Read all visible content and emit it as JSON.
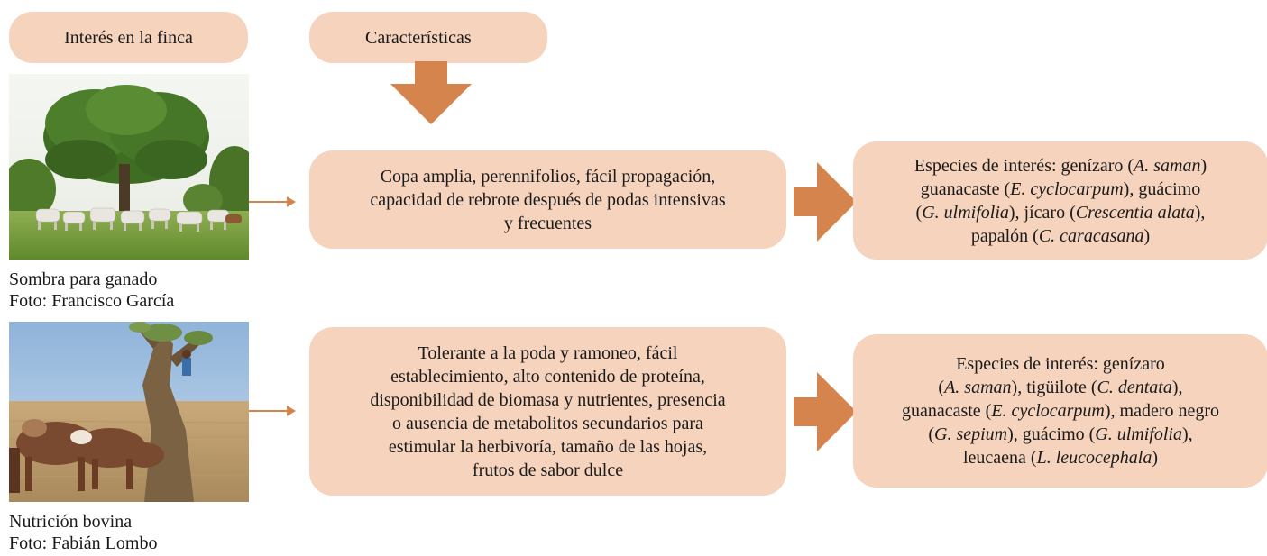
{
  "headers": {
    "interest": "Interés en la finca",
    "characteristics": "Características"
  },
  "rows": [
    {
      "photo_icon": "shade-cattle-photo",
      "caption_title": "Sombra para ganado",
      "caption_credit": "Foto: Francisco García",
      "characteristics_lines": [
        "Copa amplia, perennifolios, fácil propagación,",
        "capacidad de rebrote después de podas intensivas",
        "y frecuentes"
      ],
      "species": {
        "l1_prefix": "Especies de interés: genízaro (",
        "l1_sci": "A. saman",
        "l1_suffix": ")",
        "l2_prefix": "guanacaste (",
        "l2_sci": "E. cyclocarpum",
        "l2_suffix": "), guácimo",
        "l3_prefix": "(",
        "l3_sci": "G. ulmifolia",
        "l3_mid": "), jícaro (",
        "l3_sci2": "Crescentia alata",
        "l3_suffix": "),",
        "l4_prefix": "papalón (",
        "l4_sci": "C. caracasana",
        "l4_suffix": ")"
      }
    },
    {
      "photo_icon": "cattle-browsing-photo",
      "caption_title": "Nutrición bovina",
      "caption_credit": "Foto: Fabián Lombo",
      "characteristics_lines": [
        "Tolerante a la poda y ramoneo, fácil",
        "establecimiento, alto contenido de proteína,",
        "disponibilidad de biomasa y nutrientes, presencia",
        "o ausencia de metabolitos secundarios para",
        "estimular la herbivoría, tamaño de las hojas,",
        "frutos de sabor dulce"
      ],
      "species": {
        "l1_prefix": "Especies de interés: genízaro",
        "l2_prefix": "(",
        "l2_sci": "A. saman",
        "l2_mid": "), tigüilote (",
        "l2_sci2": "C. dentata",
        "l2_suffix": "),",
        "l3_prefix": "guanacaste (",
        "l3_sci": "E. cyclocarpum",
        "l3_suffix": "), madero negro",
        "l4_prefix": "(",
        "l4_sci": "G. sepium",
        "l4_mid": "), guácimo (",
        "l4_sci2": "G. ulmifolia",
        "l4_suffix": "),",
        "l5_prefix": "leucaena (",
        "l5_sci": "L. leucocephala",
        "l5_suffix": ")"
      }
    }
  ],
  "colors": {
    "box_fill": "#f6d3bd",
    "arrow": "#d4844c",
    "connector": "#d4844c"
  }
}
